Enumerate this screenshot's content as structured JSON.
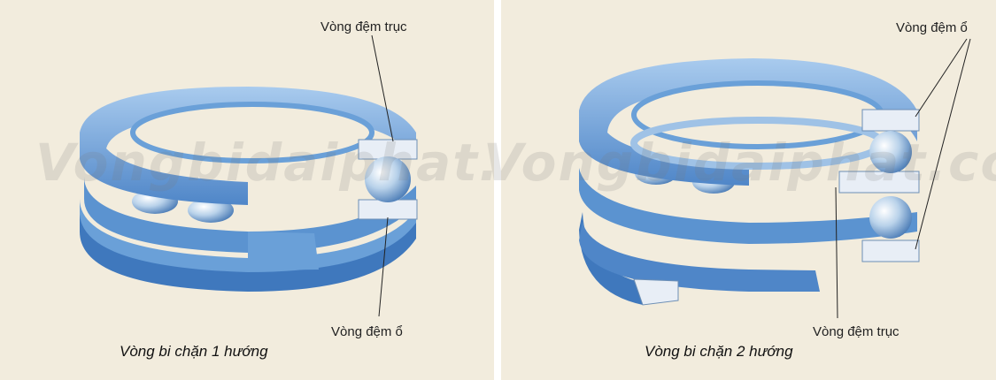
{
  "left": {
    "label_top": "Vòng đệm trục",
    "label_bottom": "Vòng đệm ổ",
    "caption": "Vòng bi chặn 1 hướng"
  },
  "right": {
    "label_top": "Vòng đệm ổ",
    "label_bottom": "Vòng đệm trục",
    "caption": "Vòng bi chặn 2 hướng"
  },
  "watermark": "Vongbidaiphat.com",
  "colors": {
    "background": "#f2ecdd",
    "ring_blue": "#6aa0d8",
    "ring_dark": "#3f78bd",
    "ring_light": "#a9cbee",
    "section_fill": "#e8eef6"
  }
}
